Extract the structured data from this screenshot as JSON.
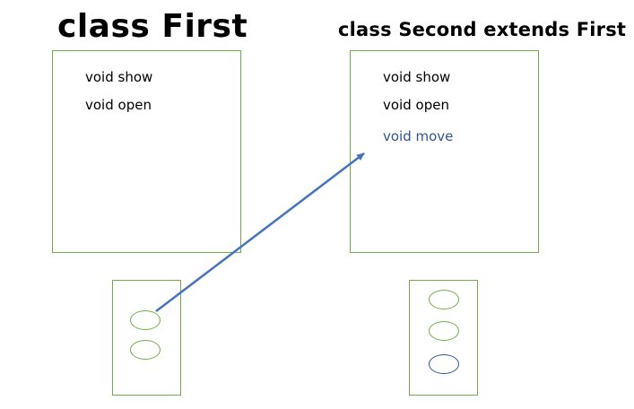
{
  "first_class": {
    "title": "class First",
    "methods": [
      "void show",
      "void open"
    ],
    "memory_slots": 2
  },
  "second_class": {
    "title": "class Second extends First",
    "methods": [
      "void show",
      "void open",
      "void move"
    ],
    "memory_slots": 3
  },
  "colors": {
    "box_border": "#70ad47",
    "new_member": "#2f5597",
    "arrow": "#4472c4",
    "title_text": "#000000",
    "method_text": "#000000"
  },
  "arrow": {
    "from": "first-memory-slot-1",
    "to": "second-method-move"
  }
}
